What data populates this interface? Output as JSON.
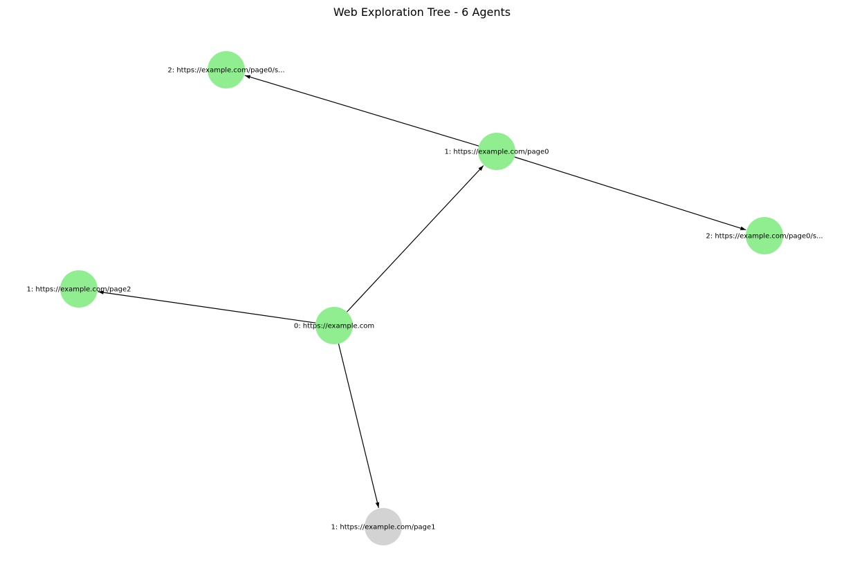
{
  "title": "Web Exploration Tree - 6 Agents",
  "colors": {
    "visited": "#90EE90",
    "unvisited": "#D3D3D3",
    "edge": "#000000",
    "text": "#000000"
  },
  "nodes": [
    {
      "id": "n0",
      "label": "0: https://example.com",
      "status": "visited"
    },
    {
      "id": "n1",
      "label": "1: https://example.com/page0",
      "status": "visited"
    },
    {
      "id": "n2",
      "label": "1: https://example.com/page2",
      "status": "visited"
    },
    {
      "id": "n3",
      "label": "1: https://example.com/page1",
      "status": "unvisited"
    },
    {
      "id": "n4",
      "label": "2: https://example.com/page0/s...",
      "status": "visited"
    },
    {
      "id": "n5",
      "label": "2: https://example.com/page0/s...",
      "status": "visited"
    }
  ],
  "edges": [
    {
      "from": "n0",
      "to": "n1"
    },
    {
      "from": "n0",
      "to": "n2"
    },
    {
      "from": "n0",
      "to": "n3"
    },
    {
      "from": "n1",
      "to": "n4"
    },
    {
      "from": "n1",
      "to": "n5"
    }
  ]
}
